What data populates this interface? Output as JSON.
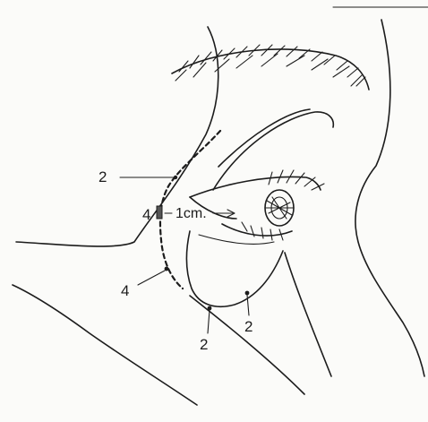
{
  "labels": {
    "upper_left": "2",
    "left_mid": "4",
    "distance": "1cm.",
    "lower_left": "4",
    "bottom_center": "2",
    "bottom_right": "2"
  },
  "colors": {
    "ink": "#1c1c1c",
    "paper": "#fbfbf9"
  }
}
